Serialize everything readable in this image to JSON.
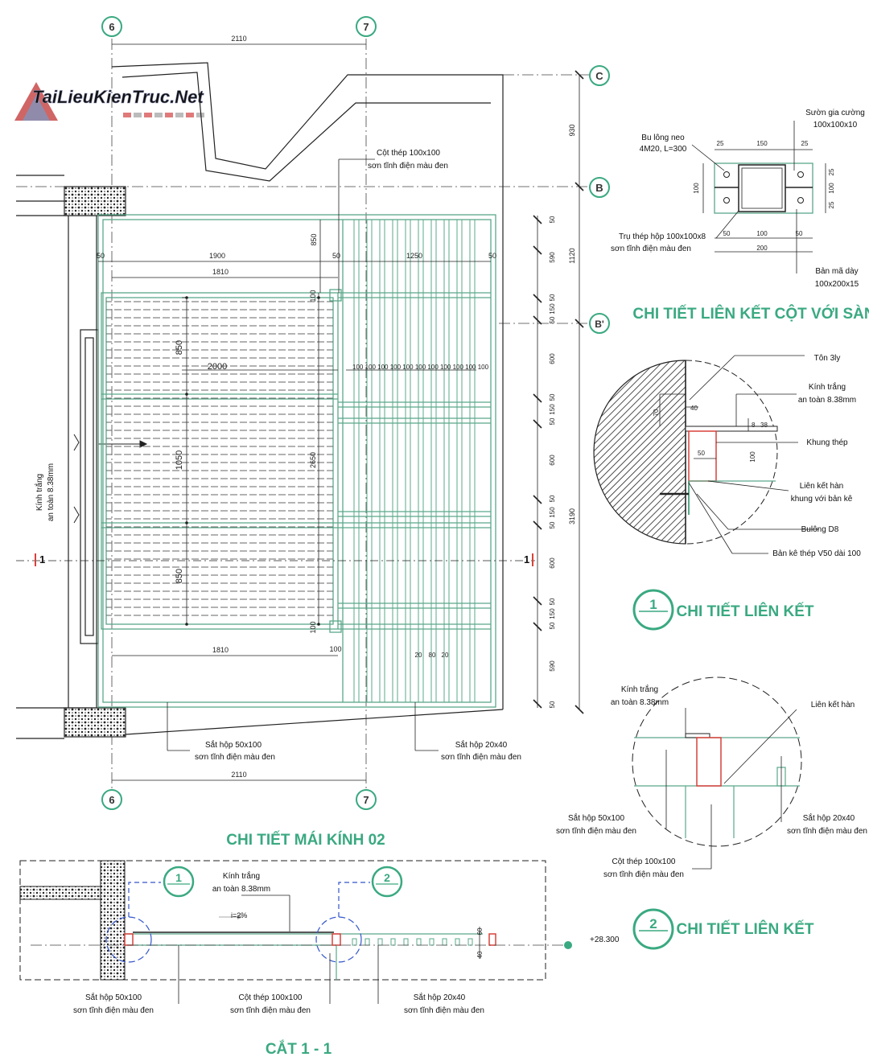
{
  "watermark": "TaiLieuKienTruc.Net",
  "grid_labels": {
    "g6": "6",
    "g7": "7",
    "gC": "C",
    "gB": "B",
    "gBp": "B'"
  },
  "section_marks": {
    "left": "1",
    "right": "1"
  },
  "titles": {
    "plan": "CHI TIẾT MÁI KÍNH 02",
    "column_joint": "CHI TIẾT LIÊN KẾT CỘT VỚI SÀN",
    "joint_1": "CHI TIẾT LIÊN KẾT",
    "joint_2": "CHI TIẾT LIÊN KẾT",
    "section": "CẮT 1 - 1"
  },
  "detail_numbers": {
    "d1": "1",
    "d2": "2"
  },
  "plan_dims": {
    "top_2110": "2110",
    "bottom_2110": "2110",
    "d1900": "1900",
    "d1810a": "1810",
    "d1810b": "1810",
    "d1250": "1250",
    "d50a": "50",
    "d50b": "50",
    "d50c": "50",
    "d2000": "2000",
    "d850a": "850",
    "d1050": "1050",
    "d850b": "850",
    "d850top": "850",
    "d2650": "2650",
    "d100a": "100",
    "d100b": "100",
    "d100c": "100",
    "purlins": "100 100 100 100 100 100 100 100 100 100 100",
    "r20a": "20",
    "r80": "80",
    "r20b": "20",
    "right_930": "930",
    "right_1120": "1120",
    "right_3190": "3190",
    "ticks": [
      "50",
      "590",
      "50",
      "150",
      "50",
      "600",
      "50",
      "150",
      "50",
      "600",
      "50",
      "150",
      "50",
      "600",
      "50",
      "150",
      "50",
      "590",
      "50"
    ]
  },
  "plan_labels": {
    "column": [
      "Cột thép 100x100",
      "sơn tĩnh điện màu đen"
    ],
    "glass": [
      "Kính trắng",
      "an toàn 8.38mm"
    ],
    "box50": [
      "Sắt hộp 50x100",
      "sơn tĩnh điện màu đen"
    ],
    "box20": [
      "Sắt hộp 20x40",
      "sơn tĩnh điện màu đen"
    ]
  },
  "column_detail": {
    "bolt": [
      "Bu lông neo",
      "4M20, L=300"
    ],
    "rib": [
      "Sườn gia cường",
      "100x100x10"
    ],
    "post": [
      "Trụ thép hộp 100x100x8",
      "sơn tĩnh điện màu đen"
    ],
    "plate": [
      "Bản mã dày",
      "100x200x15"
    ],
    "dims": {
      "a25": "25",
      "a150": "150",
      "b25": "25",
      "h100": "100",
      "r25a": "25",
      "r100": "100",
      "r25b": "25",
      "w50a": "50",
      "w100": "100",
      "w50b": "50",
      "w200": "200"
    }
  },
  "joint1": {
    "ton": "Tôn 3ly",
    "glass": [
      "Kính trắng",
      "an toàn 8.38mm"
    ],
    "frame": "Khung thép",
    "weld": [
      "Liên kết hàn",
      "khung với bản kê"
    ],
    "bolt": "Bulông D8",
    "plate": "Bản kê thép V50 dài 100",
    "dims": {
      "d40": "40",
      "d70": "70",
      "d8": "8",
      "d38": "38",
      "d50": "50",
      "d100": "100"
    }
  },
  "joint2": {
    "glass": [
      "Kính trắng",
      "an toàn 8.38mm"
    ],
    "weld": "Liên kết hàn",
    "box50": [
      "Sắt hộp 50x100",
      "sơn tĩnh điện màu đen"
    ],
    "box20": [
      "Sắt hộp 20x40",
      "sơn tĩnh điện màu đen"
    ],
    "column": [
      "Cột thép 100x100",
      "sơn tĩnh điện màu đen"
    ]
  },
  "section": {
    "glass": [
      "Kính trắng",
      "an toàn 8.38mm"
    ],
    "slope": "i=2%",
    "level": "+28.300",
    "box50": [
      "Sắt hộp 50x100",
      "sơn tĩnh điện màu đen"
    ],
    "column": [
      "Cột thép 100x100",
      "sơn tĩnh điện màu đen"
    ],
    "box20": [
      "Sắt hộp 20x40",
      "sơn tĩnh điện màu đen"
    ],
    "d60": "60",
    "d40": "40"
  },
  "colors": {
    "green": "#3aa981",
    "frame": "#5aa88a",
    "red": "#d9413a",
    "line": "#222222"
  }
}
